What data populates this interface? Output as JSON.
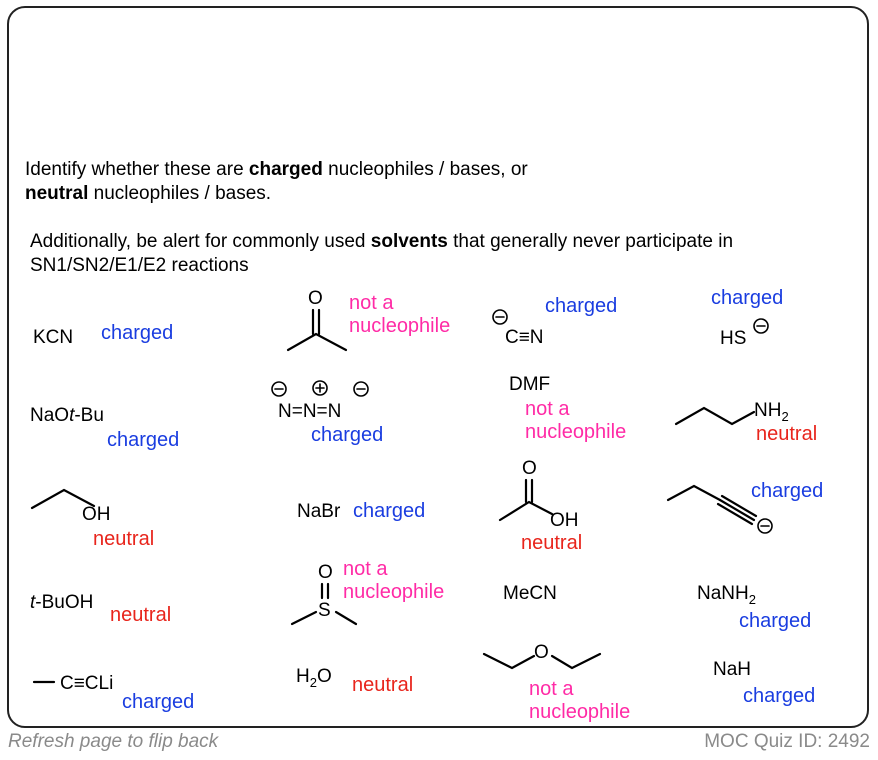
{
  "instructions": {
    "line1_pre": "Identify whether these are ",
    "line1_bold": "charged",
    "line1_post": " nucleophiles / bases, or",
    "line2_bold": "neutral",
    "line2_post": " nucleophiles / bases.",
    "line3_pre": "Additionally, be alert for commonly used ",
    "line3_bold": "solvents",
    "line3_post": " that generally never participate in",
    "line4": "SN1/SN2/E1/E2 reactions"
  },
  "labels": {
    "charged": "charged",
    "neutral": "neutral",
    "not_a": "not a",
    "nucleophile": "nucleophile"
  },
  "compounds": {
    "kcn": "KCN",
    "naotbu_pre": "NaO",
    "naotbu_t": "t",
    "naotbu_post": "-Bu",
    "ethanol_oh": "OH",
    "tbuoh_t": "t",
    "tbuoh_post": "-BuOH",
    "propynyl": "C≡CLi",
    "acetone_o": "O",
    "azide": "N=N=N",
    "nabr": "NaBr",
    "dmso_o": "O",
    "dmso_s": "S",
    "water": "H",
    "water_sub": "2",
    "water_post": "O",
    "cyanide": "C≡N",
    "dmf": "DMF",
    "acetic_o": "O",
    "acetic_oh": "OH",
    "mecn": "MeCN",
    "ether_o": "O",
    "hs": "HS",
    "amine_nh": "NH",
    "amine_sub": "2",
    "nanh": "NaNH",
    "nanh_sub": "2",
    "nah": "NaH"
  },
  "footer": {
    "left": "Refresh page to flip back",
    "right": "MOC Quiz ID: 2492"
  },
  "colors": {
    "charged": "#1a3de0",
    "neutral": "#e8251c",
    "not_nucleophile": "#ff2ba6",
    "footer": "#8a8a8a"
  },
  "icons": {
    "minus_charge": "minus-charge-icon",
    "plus_charge": "plus-charge-icon"
  }
}
